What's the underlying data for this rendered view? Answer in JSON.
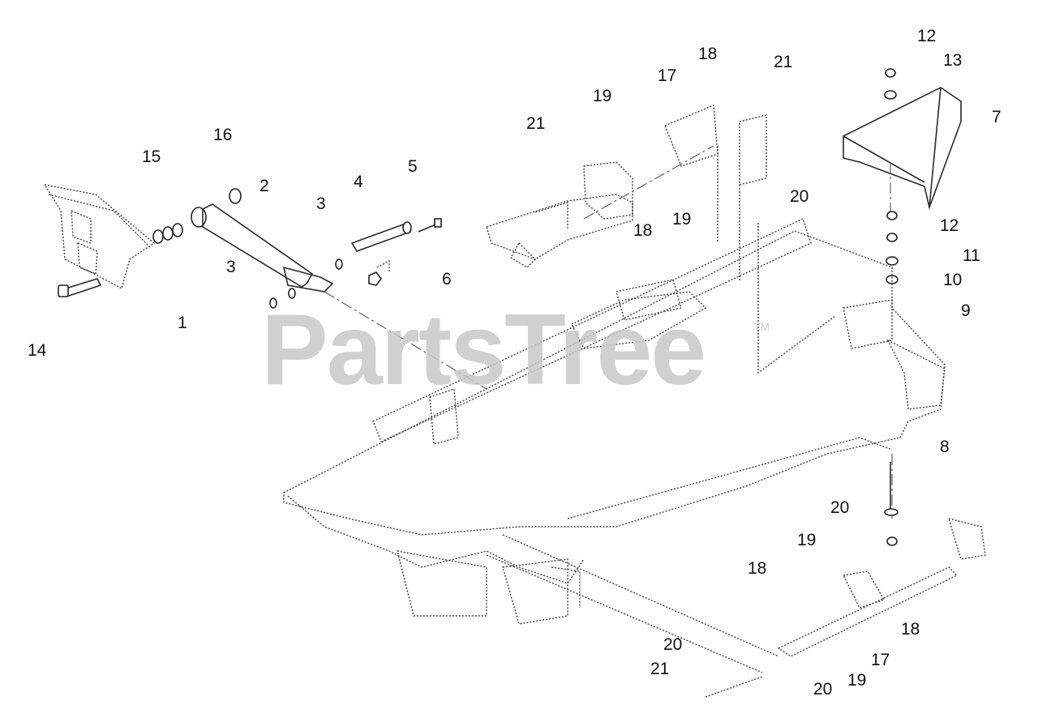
{
  "watermark": {
    "text": "PartsTree",
    "tm": "TM"
  },
  "callouts": [
    {
      "id": "c-12a",
      "text": "12"
    },
    {
      "id": "c-13",
      "text": "13"
    },
    {
      "id": "c-18a",
      "text": "18"
    },
    {
      "id": "c-21a",
      "text": "21"
    },
    {
      "id": "c-17a",
      "text": "17"
    },
    {
      "id": "c-7",
      "text": "7"
    },
    {
      "id": "c-19a",
      "text": "19"
    },
    {
      "id": "c-21b",
      "text": "21"
    },
    {
      "id": "c-16",
      "text": "16"
    },
    {
      "id": "c-15",
      "text": "15"
    },
    {
      "id": "c-5",
      "text": "5"
    },
    {
      "id": "c-4",
      "text": "4"
    },
    {
      "id": "c-2",
      "text": "2"
    },
    {
      "id": "c-3a",
      "text": "3"
    },
    {
      "id": "c-20a",
      "text": "20"
    },
    {
      "id": "c-19b",
      "text": "19"
    },
    {
      "id": "c-18b",
      "text": "18"
    },
    {
      "id": "c-12b",
      "text": "12"
    },
    {
      "id": "c-11",
      "text": "11"
    },
    {
      "id": "c-3b",
      "text": "3"
    },
    {
      "id": "c-6",
      "text": "6"
    },
    {
      "id": "c-10",
      "text": "10"
    },
    {
      "id": "c-9",
      "text": "9"
    },
    {
      "id": "c-1",
      "text": "1"
    },
    {
      "id": "c-14",
      "text": "14"
    },
    {
      "id": "c-8",
      "text": "8"
    },
    {
      "id": "c-20b",
      "text": "20"
    },
    {
      "id": "c-19c",
      "text": "19"
    },
    {
      "id": "c-18c",
      "text": "18"
    },
    {
      "id": "c-18d",
      "text": "18"
    },
    {
      "id": "c-20c",
      "text": "20"
    },
    {
      "id": "c-17b",
      "text": "17"
    },
    {
      "id": "c-21c",
      "text": "21"
    },
    {
      "id": "c-19d",
      "text": "19"
    },
    {
      "id": "c-20d",
      "text": "20"
    }
  ]
}
